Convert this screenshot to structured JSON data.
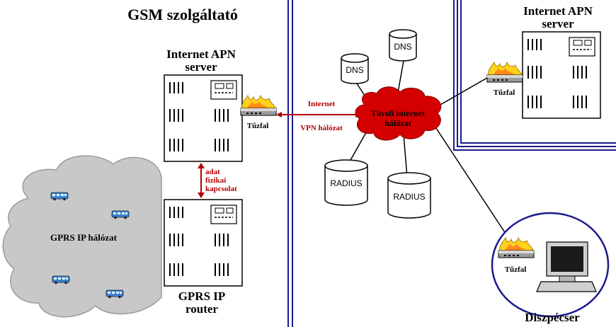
{
  "title": "GSM szolgáltató",
  "colors": {
    "network_line": "#1a1a8c",
    "link_red": "#b40000",
    "cloud_red": "#d40000",
    "gprs_cloud": "#c8c8c8",
    "flame": "#ffd21e"
  },
  "left": {
    "apn_server_label_1": "Internet APN",
    "apn_server_label_2": "server",
    "firewall_label": "Tűzfal",
    "link_label_1": "adat",
    "link_label_2": "fizikai",
    "link_label_3": "kapcsolat",
    "router_label_1": "GPRS IP",
    "router_label_2": "router",
    "gprs_cloud_label": "GPRS IP hálózat"
  },
  "middle": {
    "internet_label": "Internet",
    "vpn_label": "VPN hálózat",
    "remote_cloud_label_1": "Távoli internet",
    "remote_cloud_label_2": "hálózat",
    "dns_1": "DNS",
    "dns_2": "DNS",
    "radius_1": "RADIUS",
    "radius_2": "RADIUS"
  },
  "right": {
    "apn_server_label_1": "Internet APN",
    "apn_server_label_2": "server",
    "firewall_label": "Tűzfal",
    "dispatcher_firewall_label": "Tűzfal",
    "dispatcher_label": "Diszpécser"
  },
  "icons": {
    "server": "server-rack-icon",
    "firewall": "firewall-icon",
    "bus": "bus-icon",
    "database": "database-cylinder-icon",
    "computer": "desktop-computer-icon",
    "cloud": "cloud-icon"
  }
}
